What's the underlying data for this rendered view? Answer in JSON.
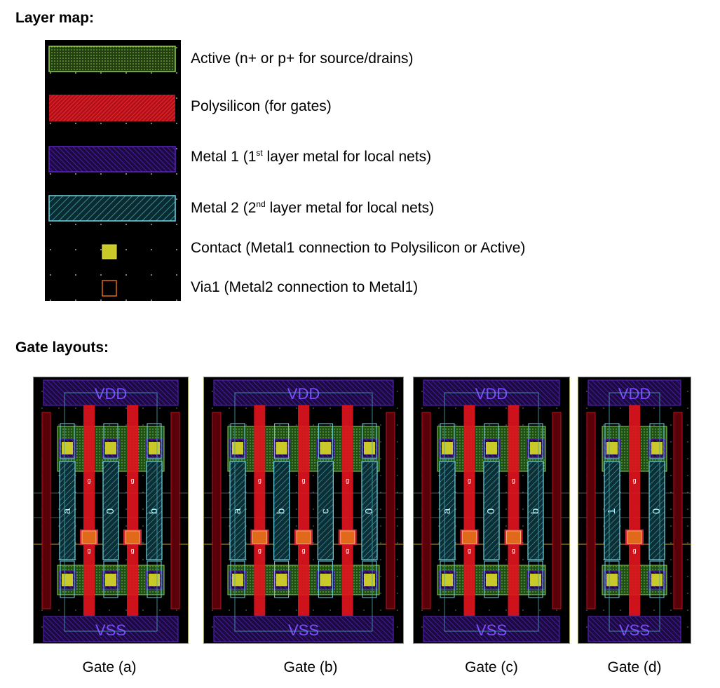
{
  "headings": {
    "layer_map": "Layer map:",
    "gate_layouts": "Gate layouts:"
  },
  "legend": [
    {
      "key": "active",
      "pre": "Active (n+ or p+ for source/drains)",
      "sup": "",
      "post": ""
    },
    {
      "key": "poly",
      "pre": "Polysilicon (for gates)",
      "sup": "",
      "post": ""
    },
    {
      "key": "metal1",
      "pre": "Metal 1 (1",
      "sup": "st",
      "post": " layer metal for local nets)"
    },
    {
      "key": "metal2",
      "pre": "Metal 2 (2",
      "sup": "nd",
      "post": " layer metal for local nets)"
    },
    {
      "key": "contact",
      "pre": "Contact (Metal1 connection to Polysilicon or Active)",
      "sup": "",
      "post": ""
    },
    {
      "key": "via1",
      "pre": "Via1 (Metal2 connection to Metal1)",
      "sup": "",
      "post": ""
    }
  ],
  "colors": {
    "active": "#8fd14f",
    "poly": "#e0141e",
    "metal1": "#5b20c8",
    "metal2": "#6fd6e6",
    "contact": "#c9c92a",
    "via1": "#e06a1a",
    "background": "#000000"
  },
  "rails": {
    "top": "VDD",
    "bottom": "VSS"
  },
  "gates": [
    {
      "caption": "Gate (a)",
      "inputs": [
        "a",
        "0",
        "b"
      ],
      "poly_label": "g"
    },
    {
      "caption": "Gate (b)",
      "inputs": [
        "a",
        "b",
        "c",
        "0"
      ],
      "poly_label": "g"
    },
    {
      "caption": "Gate (c)",
      "inputs": [
        "a",
        "0",
        "b"
      ],
      "poly_label": "g"
    },
    {
      "caption": "Gate (d)",
      "inputs": [
        "1",
        "0"
      ],
      "poly_label": "g"
    }
  ]
}
